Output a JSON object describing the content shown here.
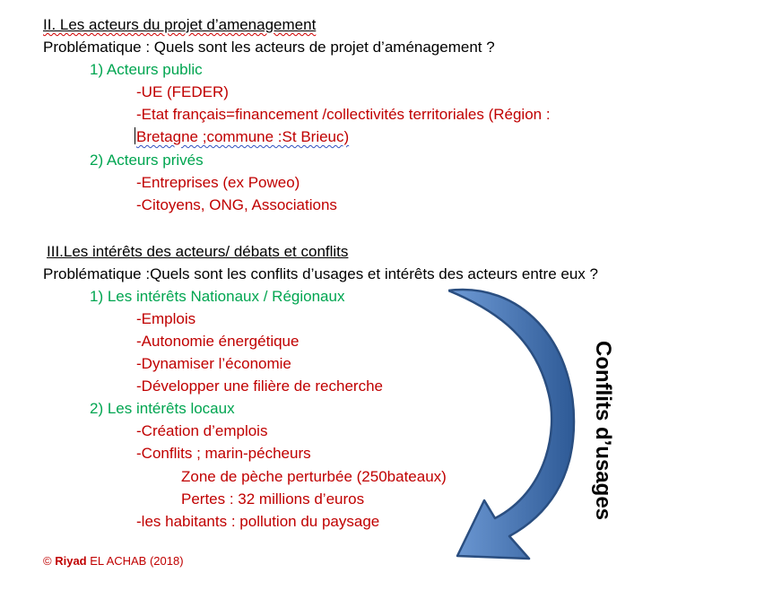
{
  "section2": {
    "title": "II. Les acteurs du projet d’amenagement",
    "question_prefix": "Problématique : ",
    "question_rest": "Quels sont les acteurs de projet d’aménagement ?",
    "public_heading": "1) Acteurs public",
    "public_items": [
      "-UE (FEDER)",
      "-Etat français=financement /collectivités territoriales (Région :",
      "Bretagne ;commune :St Brieuc)"
    ],
    "private_heading": "2) Acteurs privés",
    "private_items": [
      "-Entreprises (ex Poweo)",
      "-Citoyens, ONG, Associations"
    ]
  },
  "section3": {
    "title": "III.Les intérêts des acteurs/ débats et conflits",
    "question_prefix": "Problématique :",
    "question_rest": "Quels sont les conflits d’usages et intérêts des acteurs entre eux ?",
    "national_heading": "1) Les intérêts Nationaux / Régionaux",
    "national_items": [
      "-Emplois",
      "-Autonomie énergétique",
      "-Dynamiser l’économie",
      "-Développer  une filière de recherche"
    ],
    "local_heading": "2) Les intérêts locaux",
    "local_items": [
      "-Création d’emplois",
      "-Conflits ; marin-pécheurs"
    ],
    "local_subitems": [
      "Zone de pèche perturbée (250bateaux)",
      "Pertes : 32 millions d’euros"
    ],
    "local_last": "-les habitants : pollution du paysage"
  },
  "arrow_label": "Conflits d’usages",
  "copyright": {
    "symbol": "©",
    "first_name": "Riyad",
    "rest": "EL ACHAB (2018)"
  },
  "colors": {
    "item_text": "#c00000",
    "heading_text": "#00a550",
    "arrow_fill": "#4f81bd",
    "arrow_stroke": "#2a4e80"
  }
}
